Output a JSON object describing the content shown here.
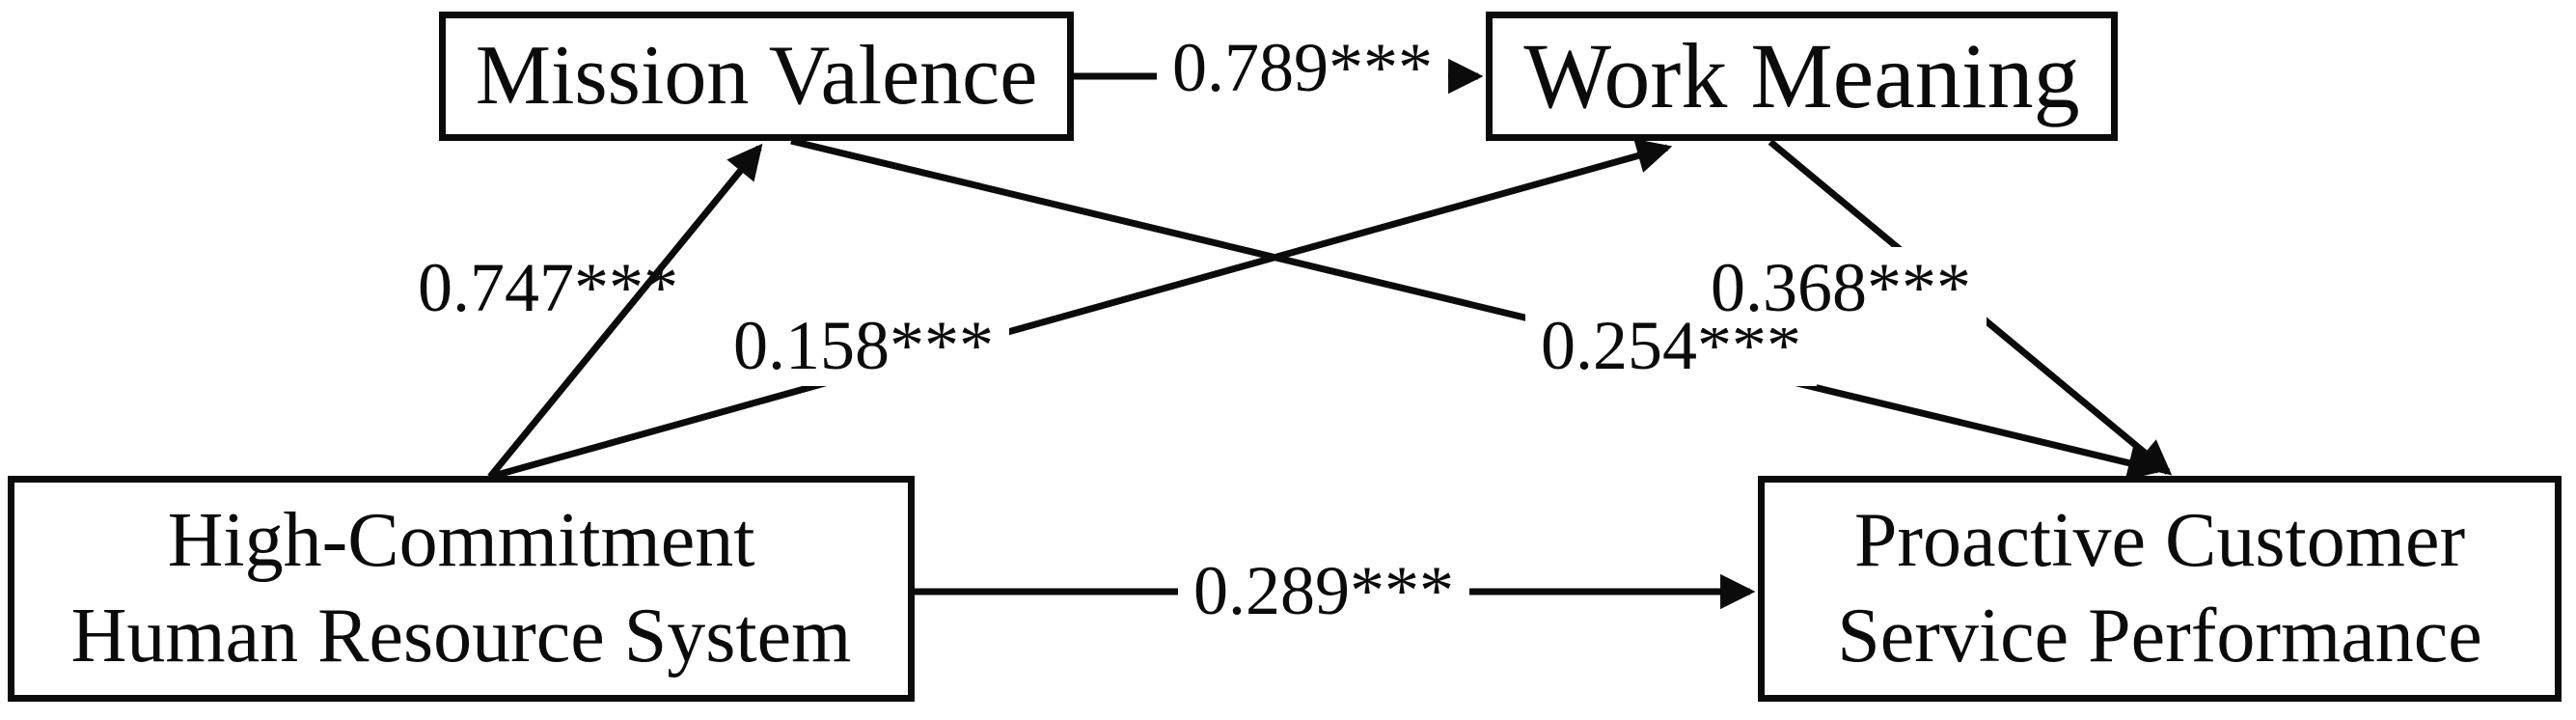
{
  "diagram": {
    "type": "path-model",
    "background": "#ffffff",
    "line_color": "#0b0b0b",
    "box_border_color": "#0b0b0b",
    "text_color": "#0b0b0b",
    "nodes": {
      "mission_valence": {
        "label": "Mission Valence"
      },
      "work_meaning": {
        "label": "Work Meaning"
      },
      "hchrs": {
        "line1": "High-Commitment",
        "line2": "Human Resource System"
      },
      "pcsp": {
        "line1": "Proactive Customer",
        "line2": "Service Performance"
      }
    },
    "edges": [
      {
        "from": "Mission Valence",
        "to": "Work Meaning",
        "coefficient": "0.789***"
      },
      {
        "from": "High-Commitment Human Resource System",
        "to": "Mission Valence",
        "coefficient": "0.747***"
      },
      {
        "from": "High-Commitment Human Resource System",
        "to": "Work Meaning",
        "coefficient": "0.158***"
      },
      {
        "from": "Mission Valence",
        "to": "Proactive Customer Service Performance",
        "coefficient": "0.254***"
      },
      {
        "from": "Work Meaning",
        "to": "Proactive Customer Service Performance",
        "coefficient": "0.368***"
      },
      {
        "from": "High-Commitment Human Resource System",
        "to": "Proactive Customer Service Performance",
        "coefficient": "0.289***"
      }
    ]
  }
}
